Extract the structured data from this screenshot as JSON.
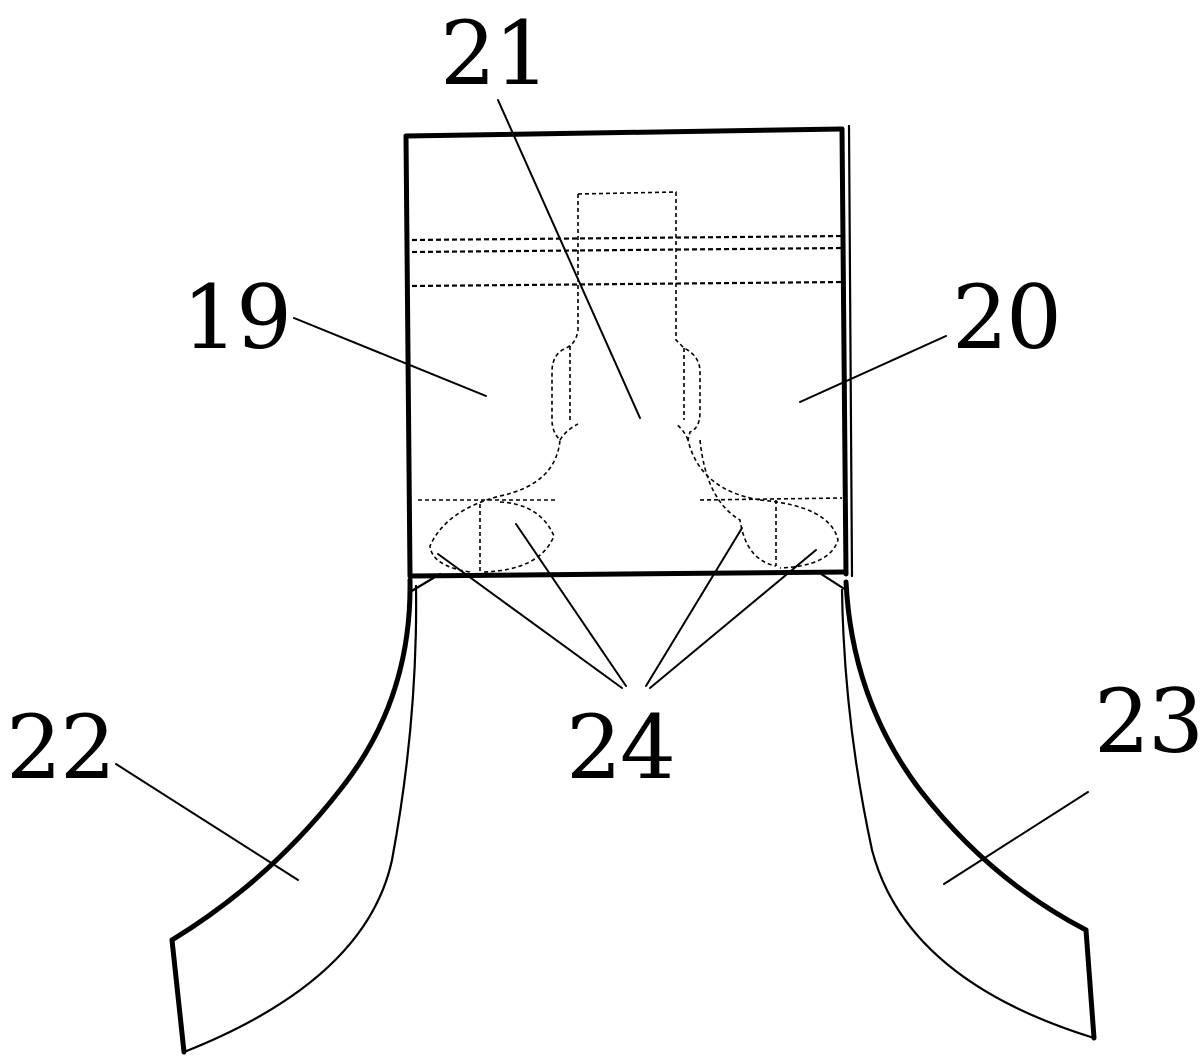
{
  "labels": {
    "l19": "19",
    "l20": "20",
    "l21": "21",
    "l22": "22",
    "l23": "23",
    "l24": "24"
  },
  "colors": {
    "ink": "#000000",
    "background": "#ffffff"
  }
}
